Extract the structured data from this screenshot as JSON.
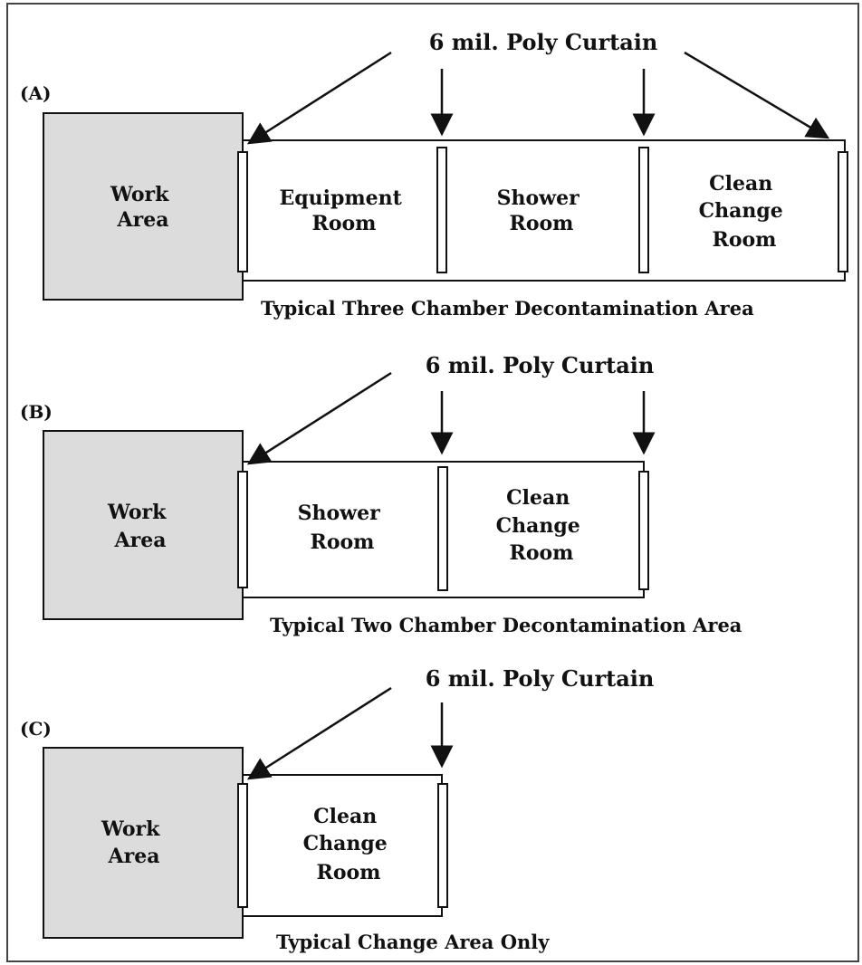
{
  "curtain_label": "6 mil. Poly Curtain",
  "work_area": "Work Area",
  "sections": [
    {
      "id": "(A)",
      "rooms": [
        "Equipment Room",
        "Shower Room",
        "Clean Change Room"
      ],
      "caption": "Typical Three Chamber Decontamination Area"
    },
    {
      "id": "(B)",
      "rooms": [
        "Shower Room",
        "Clean Change Room"
      ],
      "caption": "Typical Two Chamber Decontamination Area"
    },
    {
      "id": "(C)",
      "rooms": [
        "Clean Change Room"
      ],
      "caption": "Typical Change Area Only"
    }
  ],
  "colors": {
    "work_area_fill": "#dcdcdc",
    "line": "#111111",
    "frame": "#444444"
  }
}
